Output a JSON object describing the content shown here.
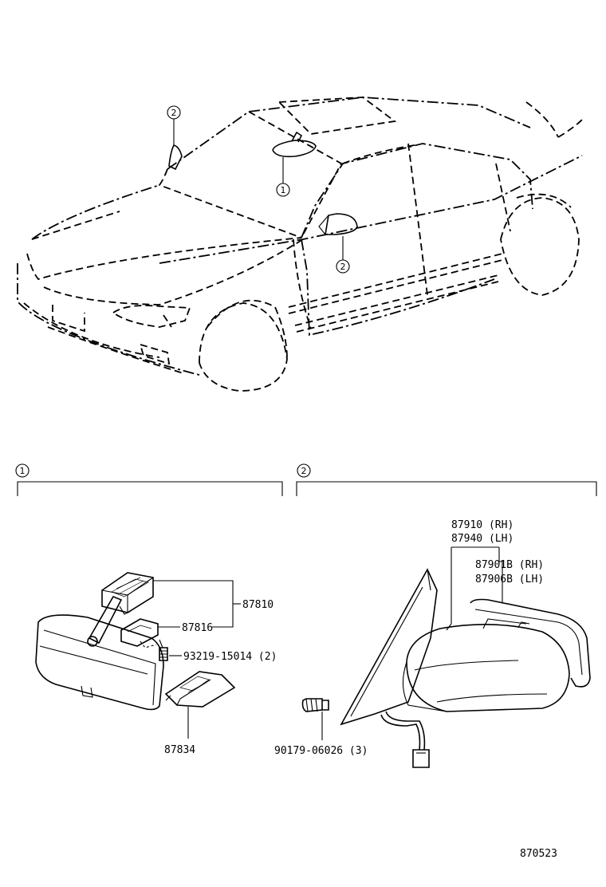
{
  "callouts": {
    "one": "1",
    "two": "2"
  },
  "section1": {
    "marker": "1",
    "parts": {
      "p87810": "87810",
      "p87816": "87816",
      "p93219": "93219-15014 (2)",
      "p87834": "87834"
    }
  },
  "section2": {
    "marker": "2",
    "parts": {
      "p87910": "87910 (RH)",
      "p87940": "87940 (LH)",
      "p87901b": "87901B (RH)",
      "p87906b": "87906B (LH)",
      "p90179": "90179-06026 (3)"
    }
  },
  "drawing_number": "870523"
}
